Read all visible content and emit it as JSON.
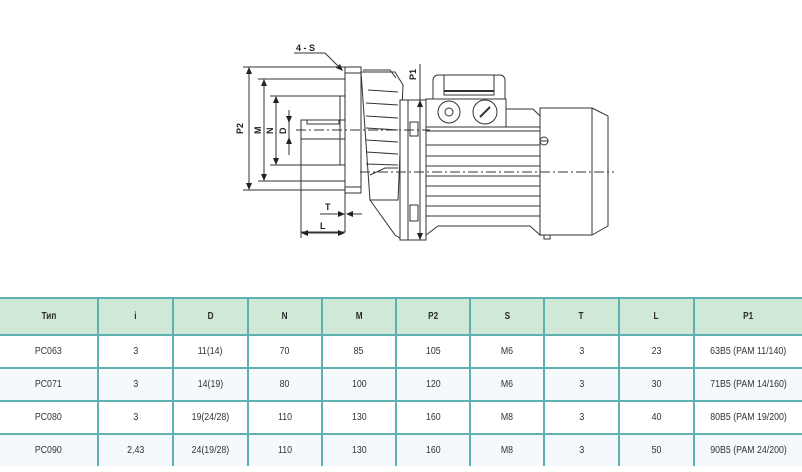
{
  "drawing": {
    "labels": {
      "bolts": "4 - S",
      "p1": "P1",
      "p2": "P2",
      "m": "M",
      "n": "N",
      "d": "D",
      "t": "T",
      "l": "L"
    }
  },
  "table": {
    "headers": [
      "Тип",
      "i",
      "D",
      "N",
      "M",
      "P2",
      "S",
      "T",
      "L",
      "P1"
    ],
    "rows": [
      [
        "PC063",
        "3",
        "11(14)",
        "70",
        "85",
        "105",
        "M6",
        "3",
        "23",
        "63B5 (PAM 11/140)"
      ],
      [
        "PC071",
        "3",
        "14(19)",
        "80",
        "100",
        "120",
        "M6",
        "3",
        "30",
        "71B5 (PAM 14/160)"
      ],
      [
        "PC080",
        "3",
        "19(24/28)",
        "110",
        "130",
        "160",
        "M8",
        "3",
        "40",
        "80B5 (PAM 19/200)"
      ],
      [
        "PC090",
        "2,43",
        "24(19/28)",
        "110",
        "130",
        "160",
        "M8",
        "3",
        "50",
        "90B5 (PAM 24/200)"
      ]
    ]
  },
  "colors": {
    "header_bg": "#cfe9d6",
    "border": "#5fb0b0",
    "row_alt_bg": "#f3f9fd"
  }
}
